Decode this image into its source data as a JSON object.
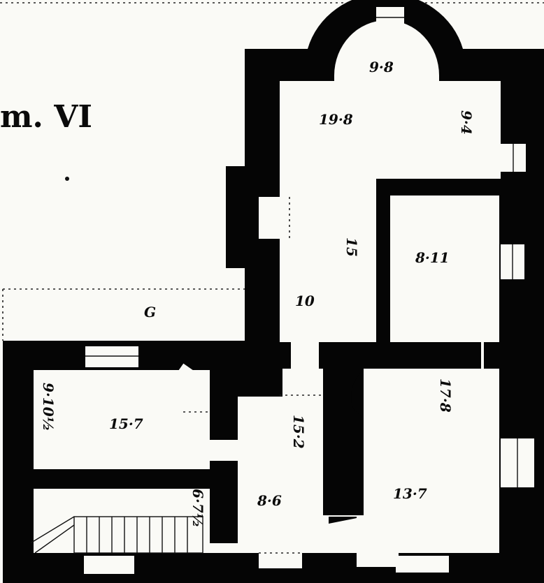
{
  "heading": "m. VI",
  "room_dimensions": {
    "apse_width": "9·8",
    "top_room_length": "19·8",
    "top_room_width": "9·4",
    "passage_length": "15",
    "passage_width": "10",
    "north_east_room": "8·11",
    "courtyard_label": "G",
    "west_room_width": "9·10½",
    "west_room_length": "15·7",
    "hall_length": "15·2",
    "hall_width": "8·6",
    "stair_width": "6·7½",
    "east_room_length": "17·8",
    "east_room_width": "13·7"
  }
}
